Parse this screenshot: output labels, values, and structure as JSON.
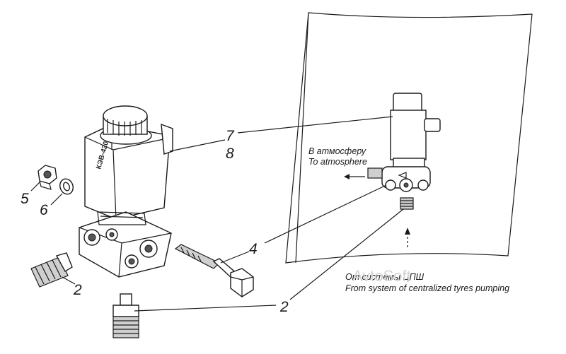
{
  "diagram": {
    "callouts": {
      "c7": "7",
      "c8": "8",
      "c5": "5",
      "c6": "6",
      "c4": "4",
      "c2_left": "2",
      "c2_bottom": "2"
    },
    "valve_marking": "КЭВ-420",
    "exhaust_ru": "В атмосферу",
    "exhaust_en": "To atmosphere",
    "source_ru": "От системы ЦПШ",
    "source_en": "From system of centralized tyres pumping",
    "watermark": "AvtoSoft"
  },
  "colors": {
    "line": "#1a1a1a",
    "shade": "#cfcfcf",
    "background": "#ffffff"
  }
}
